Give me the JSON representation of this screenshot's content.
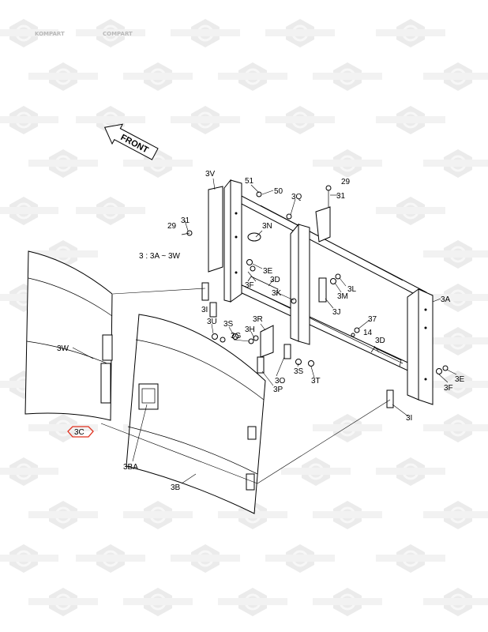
{
  "watermark": {
    "left_text": "KOMPART",
    "right_text": "COMPART"
  },
  "front_arrow": {
    "label": "FRONT"
  },
  "range_note": "3 : 3A ~ 3W",
  "highlight_color": "#e0301e",
  "labels": {
    "3V": "3V",
    "51": "51",
    "50": "50",
    "3Q": "3Q",
    "29a": "29",
    "31a": "31",
    "29b": "29",
    "31b": "31",
    "3N": "3N",
    "3E_a": "3E",
    "3F_a": "3F",
    "3D_a": "3D",
    "3K": "3K",
    "3M": "3M",
    "3L": "3L",
    "3J": "3J",
    "3A": "3A",
    "3I_a": "3I",
    "3R": "3R",
    "3U": "3U",
    "3S_a": "3S",
    "3H": "3H",
    "3G": "3G",
    "37": "37",
    "14": "14",
    "3D_b": "3D",
    "3W": "3W",
    "3O": "3O",
    "3S_b": "3S",
    "3T": "3T",
    "3P": "3P",
    "3E_b": "3E",
    "3F_b": "3F",
    "3I_b": "3I",
    "3C": "3C",
    "3BA": "3BA",
    "3B": "3B"
  }
}
